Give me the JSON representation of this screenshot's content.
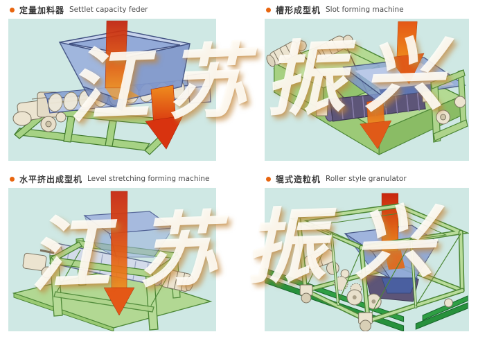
{
  "palette": {
    "panel_background": "#cfe8e4",
    "bullet_orange": "#e8650f",
    "label_text": "#3a3a3a",
    "arrow_red": "#d8330f",
    "arrow_orange": "#ef8d1e",
    "hopper_blue": "#8fa8d8",
    "frame_light_green": "#aed48c",
    "rail_green": "#2f9e44",
    "machine_cream": "#ece4d0",
    "roller_purple": "#5d5578",
    "watermark_white": "#fffdf7"
  },
  "sections": [
    {
      "label_zh": "定量加料器",
      "label_en": "Settlet capacity feder"
    },
    {
      "label_zh": "槽形成型机",
      "label_en": "Slot forming machine"
    },
    {
      "label_zh": "水平挤出成型机",
      "label_en": "Level stretching forming machine"
    },
    {
      "label_zh": "辊式造粒机",
      "label_en": "Roller style granulator"
    }
  ],
  "watermark": {
    "text": "江苏振兴"
  }
}
